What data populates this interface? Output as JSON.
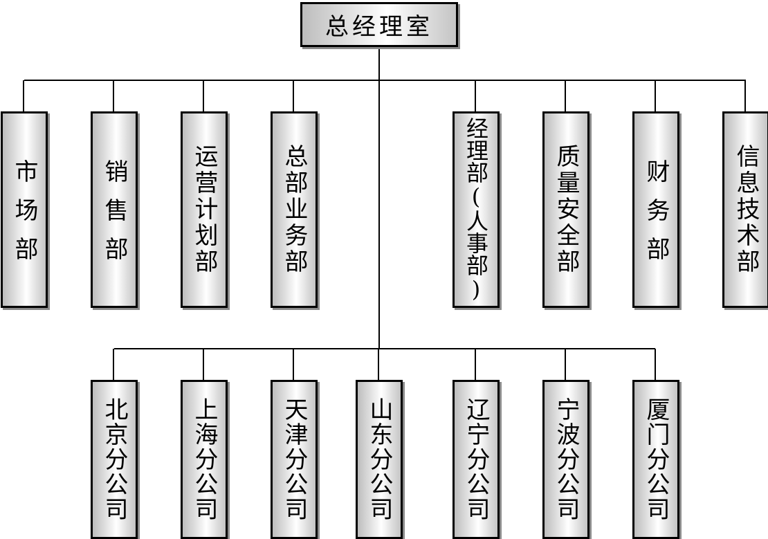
{
  "org": {
    "root": {
      "label": "总经理室"
    },
    "departments": [
      {
        "label": "市场部",
        "style": "short"
      },
      {
        "label": "销售部",
        "style": "short"
      },
      {
        "label": "运营计划部",
        "style": "mid"
      },
      {
        "label": "总部业务部",
        "style": "mid"
      },
      {
        "label": "经理部(人事部)",
        "style": "long"
      },
      {
        "label": "质量安全部",
        "style": "mid"
      },
      {
        "label": "财务部",
        "style": "short"
      },
      {
        "label": "信息技术部",
        "style": "mid"
      }
    ],
    "branches": [
      {
        "label": "北京分公司"
      },
      {
        "label": "上海分公司"
      },
      {
        "label": "天津分公司"
      },
      {
        "label": "山东分公司"
      },
      {
        "label": "辽宁分公司"
      },
      {
        "label": "宁波分公司"
      },
      {
        "label": "厦门分公司"
      }
    ]
  }
}
